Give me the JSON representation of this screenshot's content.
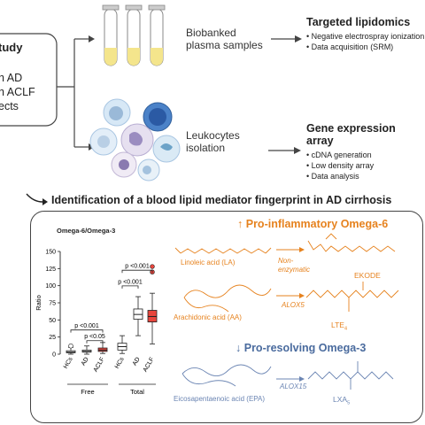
{
  "study": {
    "title": "tudy",
    "groups": [
      "h AD",
      "h ACLF",
      "ects"
    ]
  },
  "samples": {
    "label_line1": "Biobanked",
    "label_line2": "plasma samples"
  },
  "lipidomics": {
    "title": "Targeted lipidomics",
    "bullets": [
      "• Negative electrospray ionization",
      "• Data acquisition (SRM)"
    ]
  },
  "leukocytes": {
    "label_line1": "Leukocytes",
    "label_line2": "isolation"
  },
  "gene": {
    "title": "Gene expression array",
    "bullets": [
      "• cDNA generation",
      "• Low density array",
      "• Data analysis"
    ]
  },
  "fingerprint": {
    "title": "Identification of a blood lipid mediator fingerprint in AD cirrhosis"
  },
  "omega6": {
    "title": "Pro-inflammatory Omega-6",
    "linoleic": "Linoleic acid (LA)",
    "arachidonic": "Arachidonic acid (AA)",
    "nonenzymatic_line1": "Non-",
    "nonenzymatic_line2": "enzymatic",
    "alox5": "ALOX5",
    "ekode": "EKODE",
    "ltb4": "LTE",
    "ltb4_sub": "4"
  },
  "omega3": {
    "title": "Pro-resolving Omega-3",
    "epa": "Eicosapentaenoic acid (EPA)",
    "alox15": "ALOX15",
    "lxa": "LXA",
    "lxa_sub": "5"
  },
  "colors": {
    "orange": "#e6821e",
    "blue": "#4a6b9e",
    "red_box": "#e8453c"
  },
  "chart_data": {
    "type": "box",
    "title": "Omega-6/Omega-3",
    "ylabel": "Ratio",
    "ylim": [
      0,
      150
    ],
    "yticks": [
      "0",
      "25",
      "50",
      "75",
      "100",
      "125",
      "150"
    ],
    "groups": [
      {
        "name": "Free",
        "categories": [
          "HCs",
          "AD",
          "ACLF"
        ]
      },
      {
        "name": "Total",
        "categories": [
          "HCs",
          "AD",
          "ACLF"
        ]
      }
    ],
    "boxes": [
      {
        "group": "Free",
        "cat": "HCs",
        "min": 0,
        "q1": 2,
        "median": 3,
        "q3": 5,
        "max": 10,
        "outliers": [
          12
        ],
        "color": "white"
      },
      {
        "group": "Free",
        "cat": "AD",
        "min": 0,
        "q1": 3,
        "median": 4,
        "q3": 6,
        "max": 12,
        "outliers": [],
        "color": "white"
      },
      {
        "group": "Free",
        "cat": "ACLF",
        "min": 1,
        "q1": 4,
        "median": 6,
        "q3": 9,
        "max": 17,
        "outliers": [],
        "color": "red"
      },
      {
        "group": "Total",
        "cat": "HCs",
        "min": 1,
        "q1": 6,
        "median": 11,
        "q3": 16,
        "max": 27,
        "outliers": [],
        "color": "white"
      },
      {
        "group": "Total",
        "cat": "AD",
        "min": 27,
        "q1": 51,
        "median": 58,
        "q3": 66,
        "max": 84,
        "outliers": [],
        "color": "white"
      },
      {
        "group": "Total",
        "cat": "ACLF",
        "min": 15,
        "q1": 47,
        "median": 55,
        "q3": 64,
        "max": 89,
        "outliers": [
          120,
          128
        ],
        "color": "red"
      }
    ],
    "comparisons": [
      {
        "label": "p <0.001",
        "from": "Free-HCs",
        "to": "Free-ACLF"
      },
      {
        "label": "p <0.05",
        "from": "Free-AD",
        "to": "Free-ACLF"
      },
      {
        "label": "p <0.001",
        "from": "Total-HCs",
        "to": "Total-AD"
      },
      {
        "label": "p <0.001",
        "from": "Total-HCs",
        "to": "Total-ACLF"
      }
    ]
  }
}
